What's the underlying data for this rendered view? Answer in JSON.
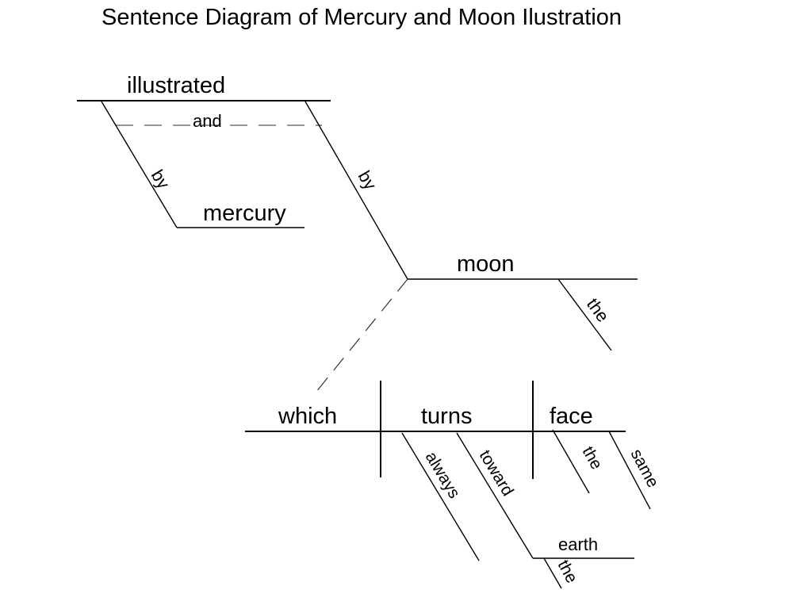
{
  "title": "Sentence Diagram of Mercury and Moon Ilustration",
  "words": {
    "illustrated": "illustrated",
    "conj_and": "and",
    "by_left": "by",
    "mercury": "mercury",
    "by_right": "by",
    "moon": "moon",
    "the_moon": "the",
    "which": "which",
    "turns": "turns",
    "face": "face",
    "always": "always",
    "toward": "toward",
    "the_face": "the",
    "same": "same",
    "earth": "earth",
    "the_earth": "the"
  }
}
